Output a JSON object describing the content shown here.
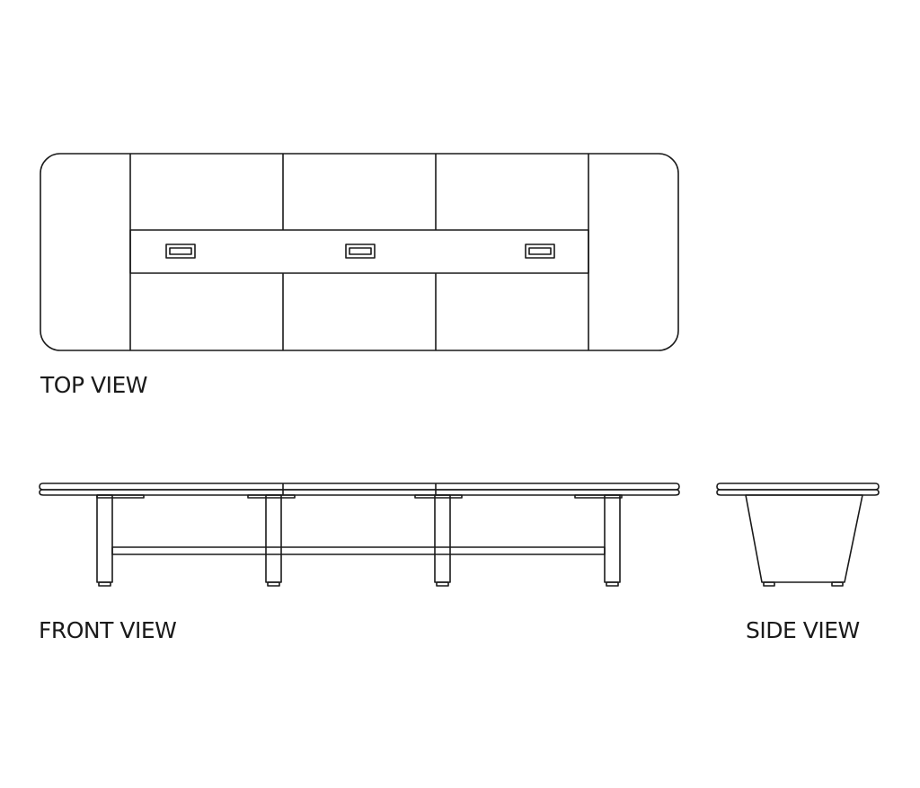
{
  "labels": {
    "top_view": "TOP VIEW",
    "front_view": "FRONT VIEW",
    "side_view": "SIDE VIEW"
  },
  "colors": {
    "line": "#1a1a1a",
    "background": "#ffffff"
  }
}
